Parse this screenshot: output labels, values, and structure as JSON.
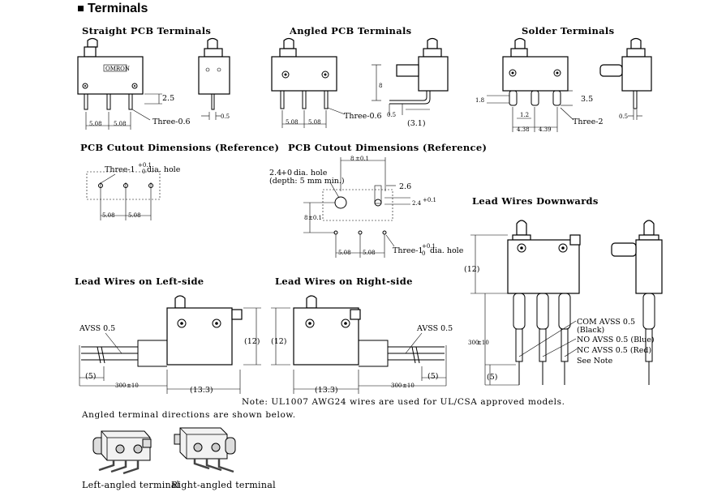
{
  "title": "Terminals",
  "sections": {
    "straight_pcb": {
      "heading": "Straight PCB Terminals",
      "dim_25": "2.5",
      "dim_05": "0.5",
      "dim_508a": "5.08",
      "dim_508b": "5.08",
      "three": "Three-0.6",
      "label": "OMRON"
    },
    "angled_pcb": {
      "heading": "Angled PCB Terminals",
      "dim_8": "8",
      "dim_05": "0.5",
      "dim_31": "(3.1)",
      "dim_508a": "5.08",
      "dim_508b": "5.08",
      "three": "Three-0.6"
    },
    "solder": {
      "heading": "Solder Terminals",
      "dim_18": "1.8",
      "dim_35": "3.5",
      "dim_12": "1.2",
      "dim_438": "4.38",
      "dim_439": "4.39",
      "dim_05": "0.5",
      "three": "Three-2"
    },
    "pcb_cutout_1": {
      "heading": "PCB Cutout Dimensions (Reference)",
      "hole": "Three-1",
      "hole_sup": "+0.1",
      "hole_sub": "0",
      "hole_tail": "dia. hole",
      "dim_508a": "5.08",
      "dim_508b": "5.08"
    },
    "pcb_cutout_2": {
      "heading": "PCB Cutout Dimensions (Reference)",
      "hole_a": "2.4",
      "hole_a_sup": "+0",
      "hole_a_tail": "dia. hole",
      "depth": "(depth: 5 mm min.)",
      "dim_26": "2.6",
      "dim_24": "2.4",
      "dim_24_tol": "+0.1",
      "dim_8": "8",
      "dim_8_tol": "±0.1",
      "dim_top": "8",
      "dim_top_tol": "±0.1",
      "dim_508a": "5.08",
      "dim_508b": "5.08",
      "hole_b": "Three-1",
      "hole_b_sup": "+0.1",
      "hole_b_sub": "0",
      "hole_b_tail": "dia. hole"
    },
    "lead_left": {
      "heading": "Lead Wires on Left-side",
      "wire": "AVSS 0.5",
      "dim_5": "(5)",
      "dim_300": "300",
      "dim_300_tol": "±10",
      "dim_133": "(13.3)",
      "dim_12": "(12)"
    },
    "lead_right": {
      "heading": "Lead Wires on Right-side",
      "wire": "AVSS 0.5",
      "dim_5": "(5)",
      "dim_300": "300",
      "dim_300_tol": "±10",
      "dim_133": "(13.3)",
      "dim_12": "(12)"
    },
    "lead_down": {
      "heading": "Lead Wires Downwards",
      "dim_12": "(12)",
      "dim_300": "300",
      "dim_300_tol": "±10",
      "dim_5": "(5)",
      "com": "COM AVSS 0.5",
      "com_color": "(Black)",
      "no": "NO AVSS 0.5 (Blue)",
      "nc": "NC AVSS 0.5 (Red)",
      "see": "See Note"
    }
  },
  "note": "Note: UL1007 AWG24 wires are used for UL/CSA approved models.",
  "angled_caption": "Angled terminal directions are shown below.",
  "left_angled": "Left-angled terminal",
  "right_angled": "Right-angled terminal"
}
